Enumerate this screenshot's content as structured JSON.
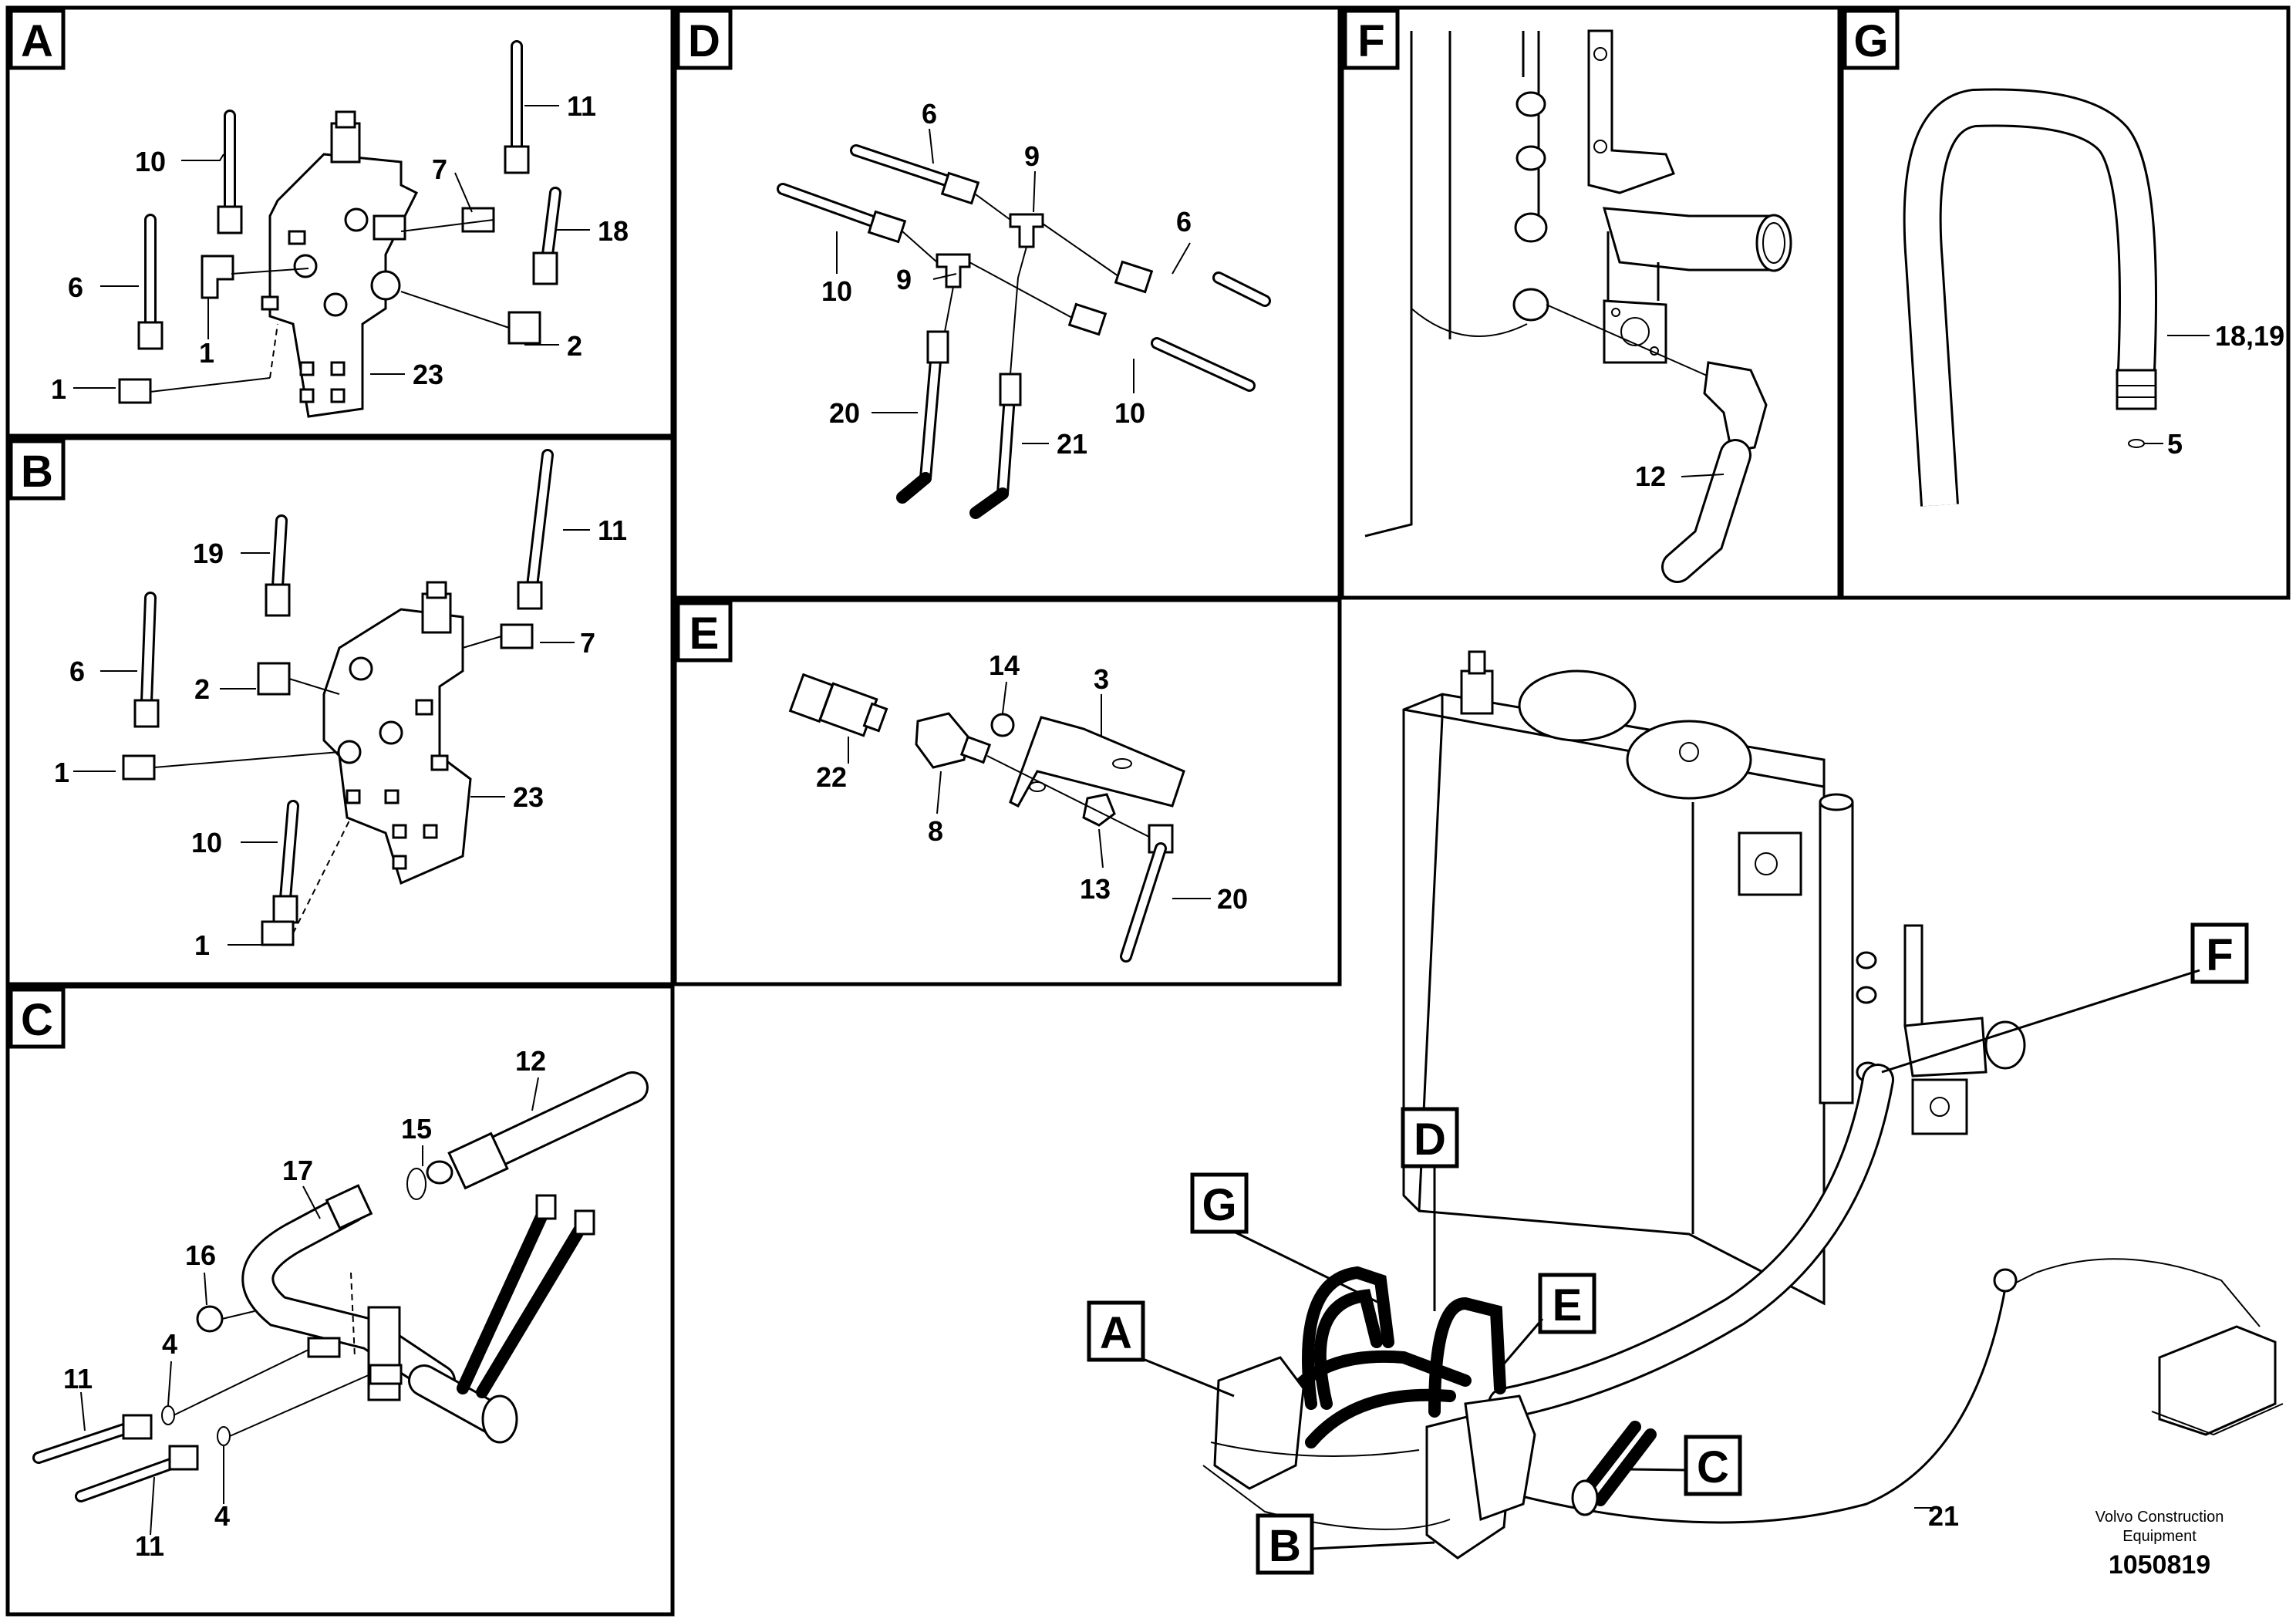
{
  "panels": {
    "A": {
      "letter": "A",
      "callouts": {
        "c11": "11",
        "c10": "10",
        "c7": "7",
        "c18": "18",
        "c6": "6",
        "c1a": "1",
        "c2": "2",
        "c1b": "1",
        "c23": "23"
      }
    },
    "B": {
      "letter": "B",
      "callouts": {
        "c19": "19",
        "c11": "11",
        "c6": "6",
        "c2": "2",
        "c7": "7",
        "c1a": "1",
        "c23": "23",
        "c10": "10",
        "c1b": "1"
      }
    },
    "C": {
      "letter": "C",
      "callouts": {
        "c12": "12",
        "c15": "15",
        "c17": "17",
        "c16": "16",
        "c4a": "4",
        "c11a": "11",
        "c11b": "11",
        "c4b": "4"
      }
    },
    "D": {
      "letter": "D",
      "callouts": {
        "c6a": "6",
        "c9a": "9",
        "c6b": "6",
        "c10a": "10",
        "c9b": "9",
        "c20": "20",
        "c21": "21",
        "c10b": "10"
      }
    },
    "E": {
      "letter": "E",
      "callouts": {
        "c14": "14",
        "c3": "3",
        "c22": "22",
        "c8": "8",
        "c13": "13",
        "c20": "20"
      }
    },
    "F": {
      "letter": "F",
      "callouts": {
        "c12": "12"
      }
    },
    "G": {
      "letter": "G",
      "callouts": {
        "c1819": "18,19",
        "c5": "5"
      }
    }
  },
  "overview": {
    "labels": {
      "A": "A",
      "B": "B",
      "C": "C",
      "D": "D",
      "E": "E",
      "F": "F",
      "G": "G"
    },
    "callouts": {
      "c21": "21"
    }
  },
  "footer": {
    "company_line1": "Volvo Construction",
    "company_line2": "Equipment",
    "drawing_number": "1050819"
  }
}
